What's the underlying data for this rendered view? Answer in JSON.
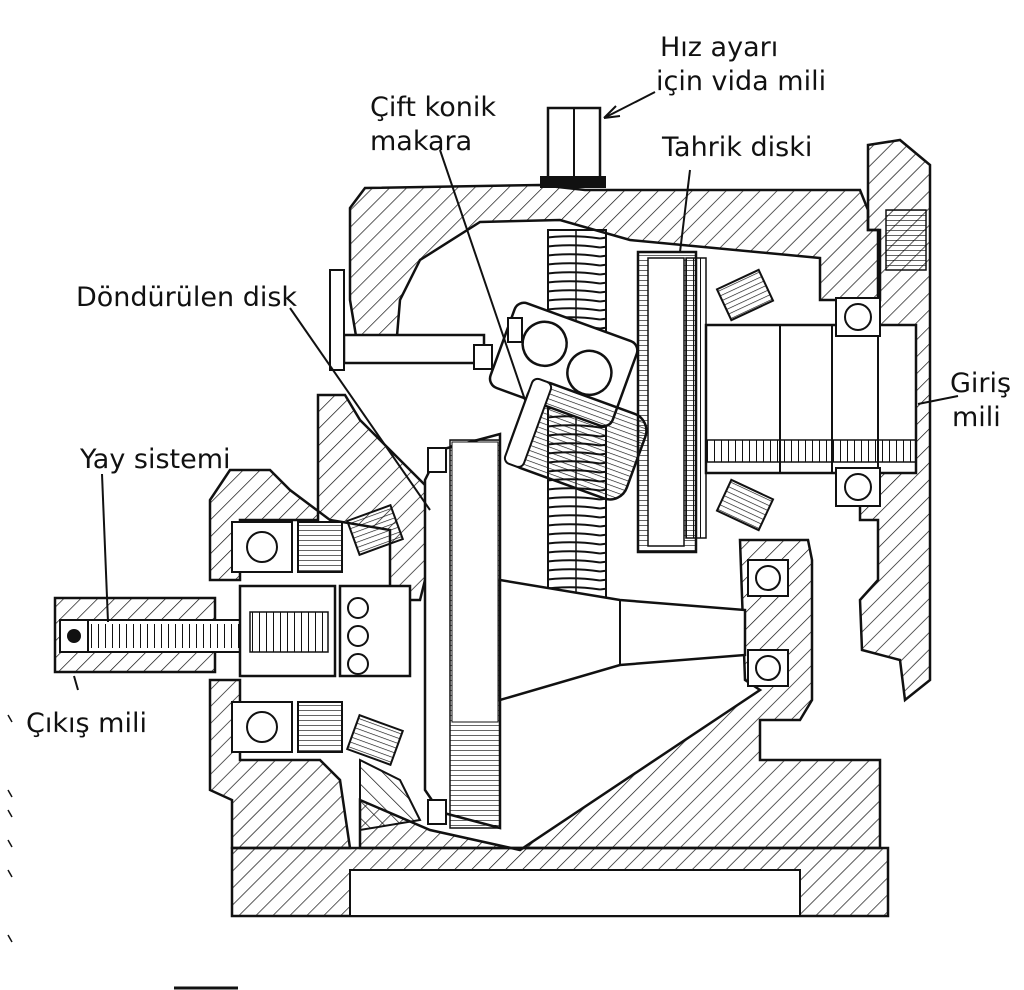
{
  "labels": {
    "speed_screw_line1": "Hız ayarı",
    "speed_screw_line2": "için vida mili",
    "double_cone_line1": "Çift konik",
    "double_cone_line2": "makara",
    "drive_disk": "Tahrik diski",
    "driven_disk": "Döndürülen disk",
    "input_shaft_line1": "Giriş",
    "input_shaft_line2": "mili",
    "spring_system": "Yay sistemi",
    "output_shaft": "Çıkış mili"
  },
  "colors": {
    "ink": "#111111",
    "paper": "#ffffff"
  }
}
